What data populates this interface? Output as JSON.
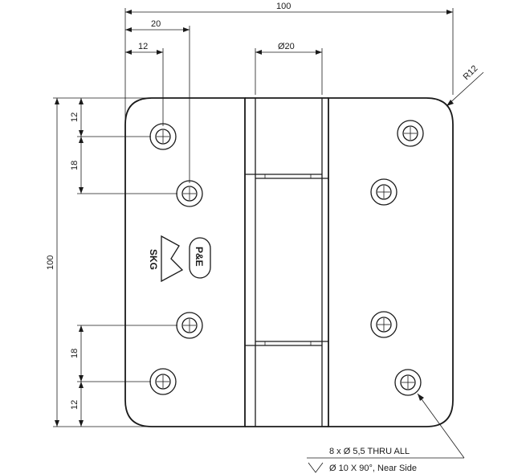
{
  "drawing": {
    "dims": {
      "overall_width": "100",
      "hole_offset_2": "20",
      "hole_offset_1": "12",
      "knuckle_diameter": "Ø20",
      "corner_radius": "R12",
      "overall_height": "100",
      "top_edge_to_hole": "12",
      "top_hole_spacing": "18",
      "bottom_hole_spacing": "18",
      "bottom_edge_to_hole": "12"
    },
    "callout": {
      "line1": "8 x  Ø 5,5 THRU ALL",
      "line2": "Ø 10 X 90°, Near Side"
    },
    "logos": {
      "brand_text": "SKG",
      "mark_text": "P&E"
    }
  }
}
